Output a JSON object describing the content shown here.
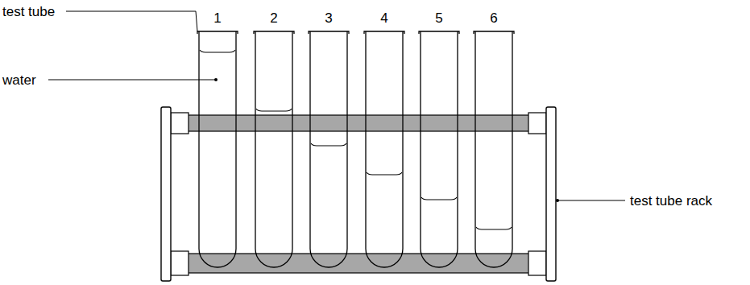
{
  "diagram": {
    "labels": [
      "test tube",
      "water",
      "1",
      "2",
      "3",
      "4",
      "5",
      "6",
      "test tube rack"
    ]
  }
}
